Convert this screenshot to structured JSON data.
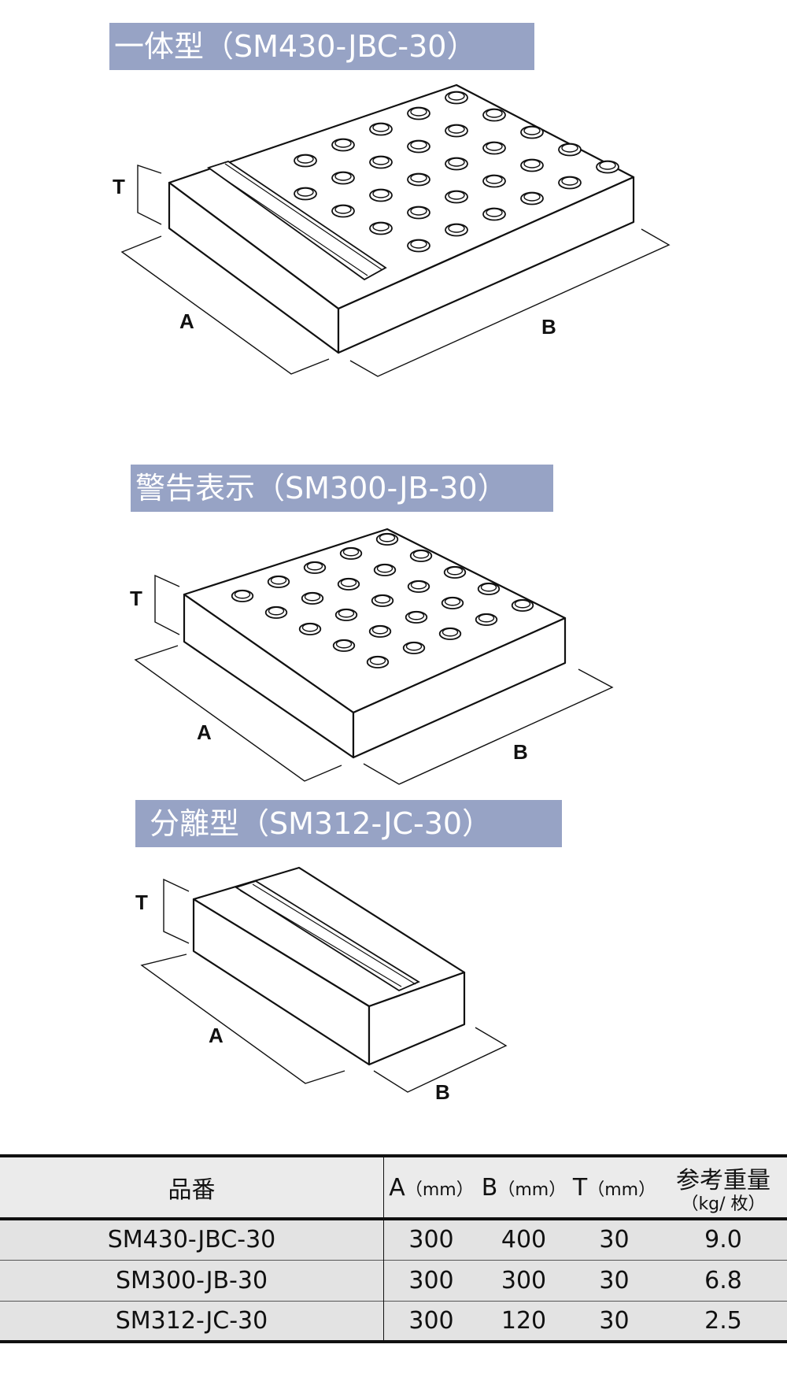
{
  "products": [
    {
      "title": "一体型（SM430-JBC-30）",
      "type": "combined"
    },
    {
      "title": "警告表示（SM300-JB-30）",
      "type": "warning"
    },
    {
      "title": "分離型（SM312-JC-30）",
      "type": "separate"
    }
  ],
  "dimension_labels": {
    "a": "A",
    "b": "B",
    "t": "T"
  },
  "table": {
    "headers": {
      "part": "品番",
      "a": "A",
      "a_unit": "（mm）",
      "b": "B",
      "b_unit": "（mm）",
      "t": "T",
      "t_unit": "（mm）",
      "weight": "参考重量",
      "weight_unit": "（kg/ 枚）"
    },
    "rows": [
      [
        "SM430-JBC-30",
        "300",
        "400",
        "30",
        "9.0"
      ],
      [
        "SM300-JB-30",
        "300",
        "300",
        "30",
        "6.8"
      ],
      [
        "SM312-JC-30",
        "300",
        "120",
        "30",
        "2.5"
      ]
    ]
  }
}
